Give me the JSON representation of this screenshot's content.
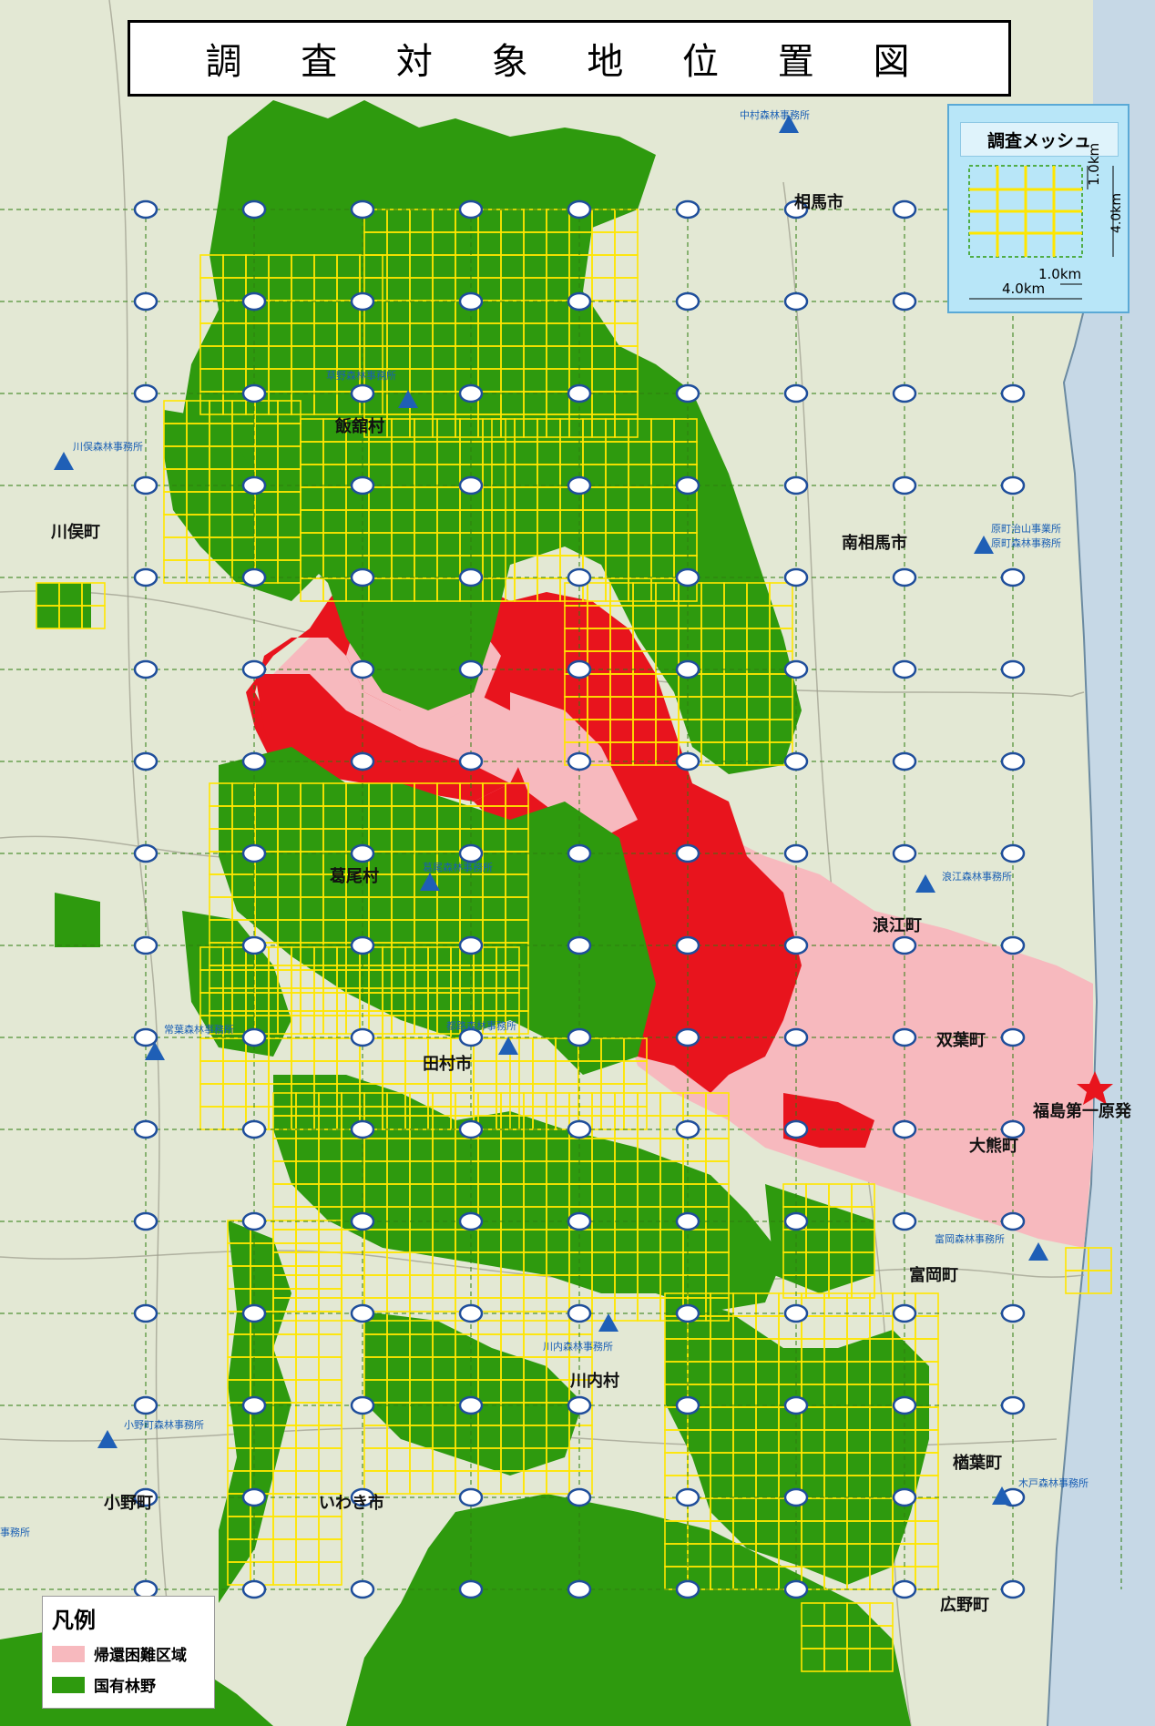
{
  "title": "調 査 対 象 地 位 置 図",
  "mesh_legend": {
    "title": "調査メッシュ",
    "small_v": "1.0km",
    "big_v": "4.0km",
    "small_h": "1.0km",
    "big_h": "4.0km"
  },
  "legend": {
    "title": "凡例",
    "items": [
      {
        "label": "帰還困難区域",
        "color": "#f7b9be"
      },
      {
        "label": "国有林野",
        "color": "#2e9a0e"
      }
    ]
  },
  "colors": {
    "terrain": "#e3e8d4",
    "sea": "#c6d8e6",
    "forest": "#2e9a0e",
    "difficult_zone": "#f7b9be",
    "high_dose": "#e8141d",
    "mesh": "#ffe600",
    "office_icon": "#1f5fb6"
  },
  "places": [
    {
      "name": "相馬市"
    },
    {
      "name": "飯舘村"
    },
    {
      "name": "川俣町"
    },
    {
      "name": "南相馬市"
    },
    {
      "name": "葛尾村"
    },
    {
      "name": "浪江町"
    },
    {
      "name": "田村市"
    },
    {
      "name": "双葉町"
    },
    {
      "name": "福島第一原発"
    },
    {
      "name": "大熊町"
    },
    {
      "name": "富岡町"
    },
    {
      "name": "川内村"
    },
    {
      "name": "楢葉町"
    },
    {
      "name": "小野町"
    },
    {
      "name": "いわき市"
    },
    {
      "name": "広野町"
    }
  ],
  "offices": [
    {
      "name": "中村森林事務所"
    },
    {
      "name": "草野森林事務所"
    },
    {
      "name": "川俣森林事務所"
    },
    {
      "name": "原町治山事業所"
    },
    {
      "name": "原町森林事務所"
    },
    {
      "name": "葛尾森林事務所"
    },
    {
      "name": "浪江森林事務所"
    },
    {
      "name": "常葉森林事務所"
    },
    {
      "name": "都路森林事務所"
    },
    {
      "name": "富岡森林事務所"
    },
    {
      "name": "川内森林事務所"
    },
    {
      "name": "小野町森林事務所"
    },
    {
      "name": "木戸森林事務所"
    },
    {
      "name": "事務所"
    }
  ]
}
